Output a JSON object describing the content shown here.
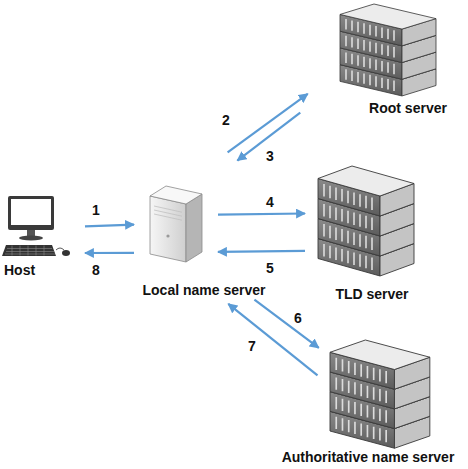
{
  "diagram": {
    "nodes": [
      {
        "text": [
          "Host"
        ]
      },
      {
        "text": [
          "Local name server"
        ]
      },
      {
        "text": [
          "Root server"
        ]
      },
      {
        "text": [
          "TLD server"
        ]
      },
      {
        "text": [
          "Authoritative name server"
        ]
      }
    ],
    "edges": [
      {
        "from": 0,
        "to": 1,
        "label": "1",
        "arrow": "to"
      },
      {
        "from": 1,
        "to": 2,
        "label": "2",
        "arrow": "to"
      },
      {
        "from": 2,
        "to": 1,
        "label": "3",
        "arrow": "to"
      },
      {
        "from": 1,
        "to": 3,
        "label": "4",
        "arrow": "to"
      },
      {
        "from": 3,
        "to": 1,
        "label": "5",
        "arrow": "to"
      },
      {
        "from": 1,
        "to": 4,
        "label": "6",
        "arrow": "to"
      },
      {
        "from": 4,
        "to": 1,
        "label": "7",
        "arrow": "to"
      },
      {
        "from": 1,
        "to": 0,
        "label": "8",
        "arrow": "to"
      }
    ]
  }
}
